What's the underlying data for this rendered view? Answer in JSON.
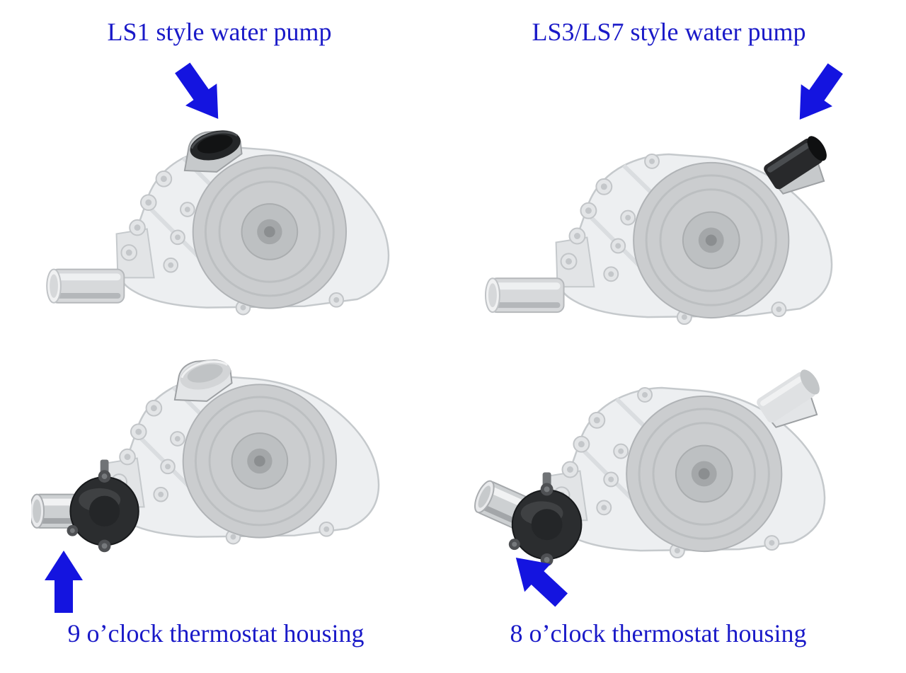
{
  "page": {
    "background": "#ffffff",
    "label_color": "#1a1ac8",
    "arrow_color": "#1414e0"
  },
  "labels": {
    "top_left": "LS1 style water pump",
    "top_right": "LS3/LS7 style water pump",
    "bottom_left": "9 o’clock thermostat housing",
    "bottom_right": "8 o’clock thermostat housing"
  },
  "arrows": {
    "top_left": "points down-right at LS1 water pump inlet",
    "top_right": "points down-left at LS3/LS7 water pump inlet",
    "bottom_left": "points up at 9 o'clock thermostat housing",
    "bottom_right": "points up-left at 8 o'clock thermostat housing"
  }
}
